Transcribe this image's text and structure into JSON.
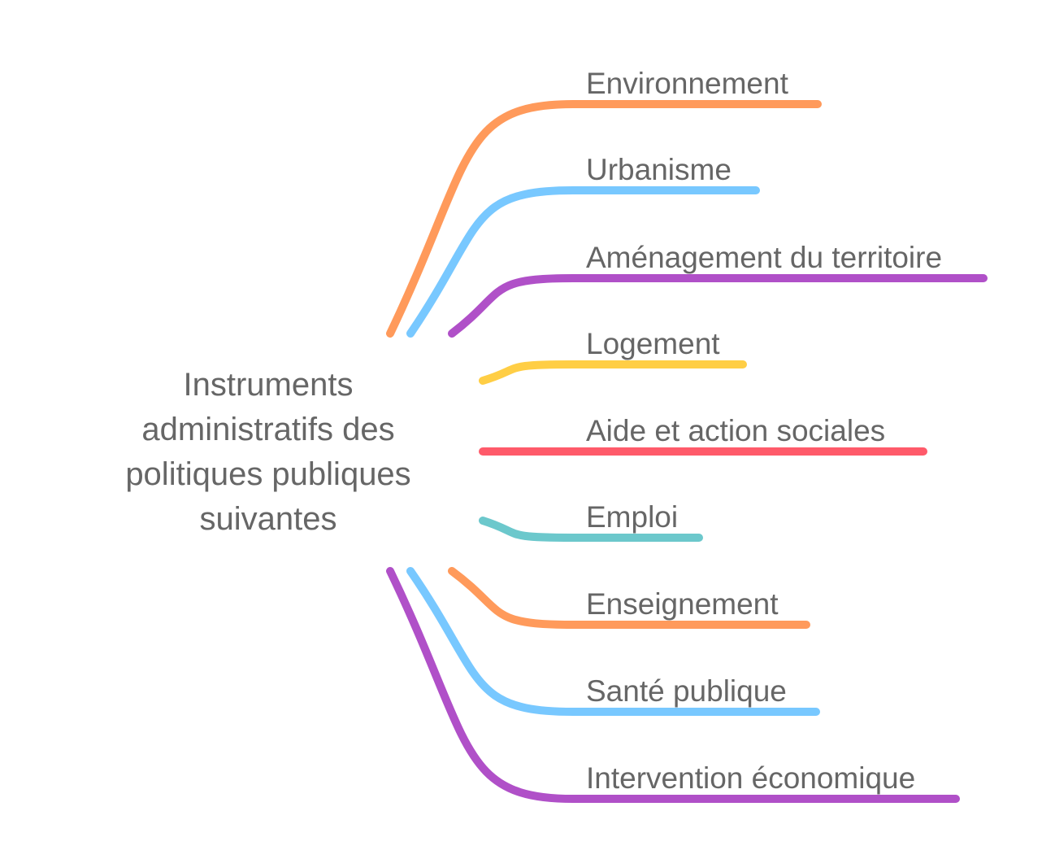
{
  "root": {
    "label_lines": [
      "Instruments",
      "administratifs des",
      "politiques publiques",
      "suivantes"
    ]
  },
  "branches": [
    {
      "label": "Environnement",
      "color": "#FF9A5B"
    },
    {
      "label": "Urbanisme",
      "color": "#78C8FF"
    },
    {
      "label": "Aménagement du territoire",
      "color": "#B050C8"
    },
    {
      "label": "Logement",
      "color": "#FFCE45"
    },
    {
      "label": "Aide et action sociales",
      "color": "#FF5A6A"
    },
    {
      "label": "Emploi",
      "color": "#6CC8CC"
    },
    {
      "label": "Enseignement",
      "color": "#FF9A5B"
    },
    {
      "label": "Santé publique",
      "color": "#78C8FF"
    },
    {
      "label": "Intervention économique",
      "color": "#B050C8"
    }
  ]
}
